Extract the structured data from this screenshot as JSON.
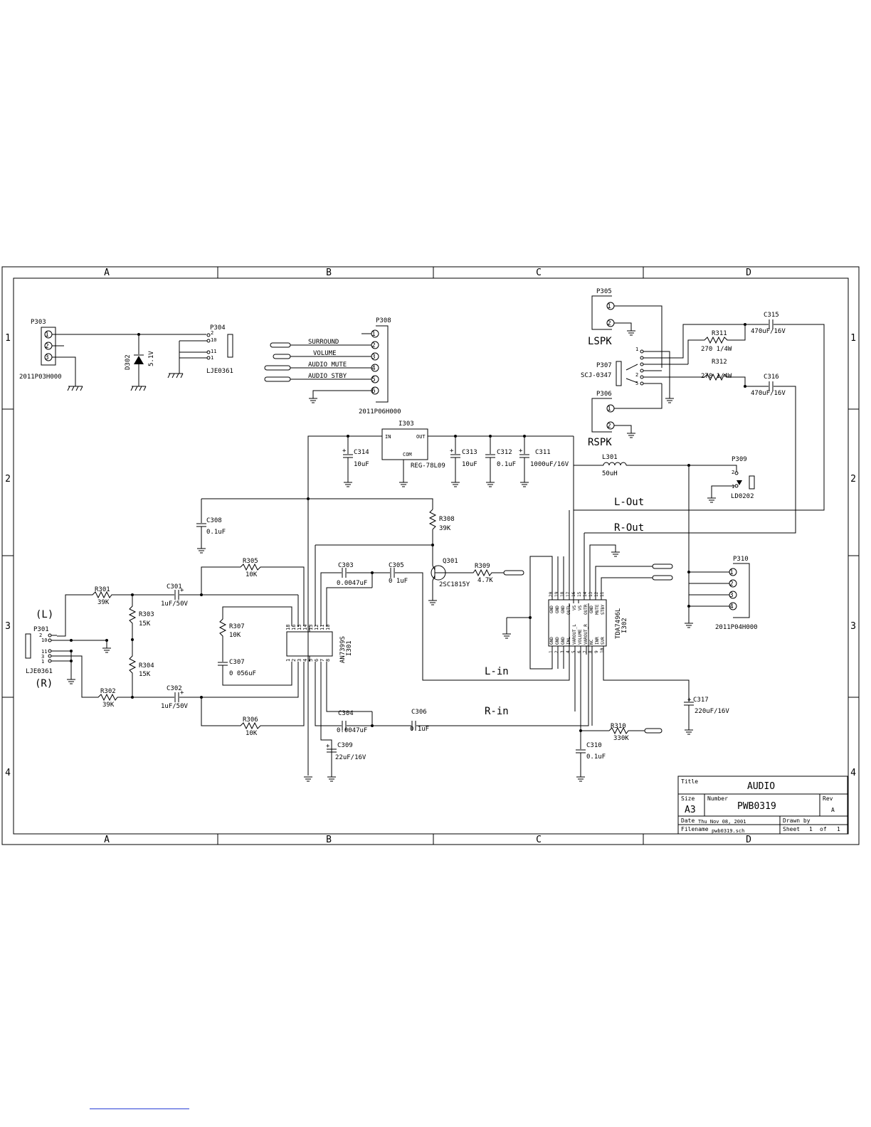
{
  "zones": {
    "cols": [
      "A",
      "B",
      "C",
      "D"
    ],
    "rows": [
      "1",
      "2",
      "3",
      "4"
    ]
  },
  "components": {
    "p303": "P303",
    "p303_part": "2011P03H000",
    "d302": "D302",
    "d302_val": "5.1V",
    "p304": "P304",
    "p304_part": "LJE0361",
    "p308": "P308",
    "p308_part": "2011P06H000",
    "p308_pins": [
      "SURROUND",
      "VOLUME",
      "AUDIO  MUTE",
      "AUDIO  STBY"
    ],
    "p305": "P305",
    "lspk": "LSPK",
    "p307": "P307",
    "p307_part": "SCJ-0347",
    "p306": "P306",
    "rspk": "RSPK",
    "r311": "R311",
    "r311_val": "270 1/4W",
    "r312": "R312",
    "r312_val": "270 1/4W",
    "c315": "C315",
    "c315_val": "470uF/16V",
    "c316": "C316",
    "c316_val": "470uF/16V",
    "i303": "I303",
    "i303_in": "IN",
    "i303_out": "OUT",
    "i303_com": "COM",
    "i303_part": "REG-78L09",
    "c314": "C314",
    "c314_val": "10uF",
    "c313": "C313",
    "c313_val": "10uF",
    "c312": "C312",
    "c312_val": "0.1uF",
    "c311": "C311",
    "c311_val": "1000uF/16V",
    "l301": "L301",
    "l301_val": "50uH",
    "p309": "P309",
    "p309_part": "LD0202",
    "c308": "C308",
    "c308_val": "0.1uF",
    "r308": "R308",
    "r308_val": "39K",
    "q301": "Q301",
    "q301_part": "2SC1815Y",
    "r309": "R309",
    "r309_val": "4.7K",
    "c303": "C303",
    "c303_val": "0.0047uF",
    "c305": "C305",
    "c305_val": "0 1uF",
    "r305": "R305",
    "r305_val": "10K",
    "r301": "R301",
    "r301_val": "39K",
    "c301": "C301",
    "c301_val": "1uF/50V",
    "r303": "R303",
    "r303_val": "15K",
    "r304": "R304",
    "r304_val": "15K",
    "r307": "R307",
    "r307_val": "10K",
    "c307": "C307",
    "c307_val": "0 056uF",
    "i301": "I301",
    "i301_part": "AN7399S",
    "p301": "P301",
    "p301_part": "LJE0361",
    "ch_l": "(L)",
    "ch_r": "(R)",
    "r302": "R302",
    "r302_val": "39K",
    "c302": "C302",
    "c302_val": "1uF/50V",
    "r306": "R306",
    "r306_val": "10K",
    "c304": "C304",
    "c304_val": "0.0047uF",
    "c306": "C306",
    "c306_val": "0 1uF",
    "c309": "C309",
    "c309_val": "22uF/16V",
    "i302": "I302",
    "i302_part": "TDA7496L",
    "i302_top": [
      "GND",
      "GND",
      "GND",
      "OUTL",
      "VS",
      "VS",
      "OUTR",
      "GND",
      "MUTE",
      "STBY"
    ],
    "i302_bot": [
      "GND",
      "GND",
      "GND",
      "INL",
      "VAROUT_L",
      "VOLUME",
      "VAROUT_R",
      "NC",
      "INR",
      "SVR"
    ],
    "p310": "P310",
    "p310_part": "2011P04H000",
    "c317": "C317",
    "c317_val": "220uF/16V",
    "r310": "R310",
    "r310_val": "330K",
    "c310": "C310",
    "c310_val": "0.1uF"
  },
  "nets": {
    "l_out": "L-Out",
    "r_out": "R-Out",
    "l_in": "L-in",
    "r_in": "R-in"
  },
  "title_block": {
    "title_label": "Title",
    "title": "AUDIO",
    "size_label": "Size",
    "size": "A3",
    "number_label": "Number",
    "number": "PWB0319",
    "rev_label": "Rev",
    "rev": "A",
    "date_label": "Date",
    "date": "Thu Nov 08, 2001",
    "drawn_label": "Drawn by",
    "file_label": "Filename",
    "file": "pwb0319.sch",
    "sheet_label": "Sheet",
    "sheet": "1",
    "of_label": "of",
    "sheets": "1"
  }
}
